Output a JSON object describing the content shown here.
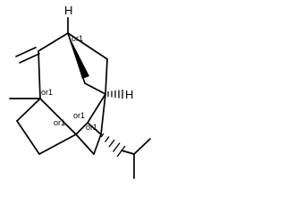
{
  "molecule": {
    "atom_labels": {
      "h_top": "H",
      "h_right": "H"
    },
    "stereo_labels": {
      "c_top": "or1",
      "c_left": "or1",
      "c_bridge_left": "or1",
      "c_bridge_right": "or1",
      "c_center": "or1"
    }
  }
}
